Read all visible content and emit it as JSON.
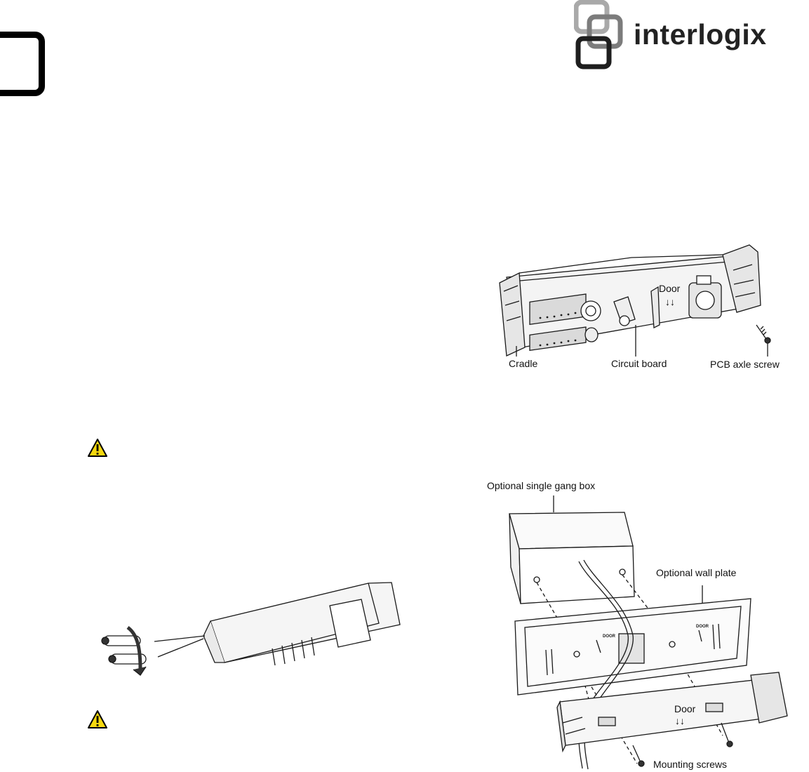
{
  "logo": {
    "wordmark": "interlogix"
  },
  "figure_cradle": {
    "door_label": "Door",
    "door_arrows": "↓↓",
    "callouts": {
      "cradle": "Cradle",
      "circuit_board": "Circuit board",
      "pcb_axle_screw": "PCB axle screw"
    }
  },
  "figure_battery": {},
  "figure_mounting": {
    "callouts": {
      "gang_box": "Optional single gang box",
      "wall_plate": "Optional wall plate",
      "door": "Door",
      "door_arrows": "↓↓",
      "mounting_screws": "Mounting screws",
      "plate_door_tag": "DOOR"
    }
  },
  "icons": {
    "warning": "warning-triangle-icon",
    "corner": "corner-mark-icon",
    "logo": "interlogix-logo-icon"
  },
  "colors": {
    "logo_light": "#a9a9a9",
    "logo_mid": "#7c7c7c",
    "logo_dark": "#1e1e1e",
    "warning_yellow": "#f5d80f",
    "ink": "#1a1a1a"
  }
}
